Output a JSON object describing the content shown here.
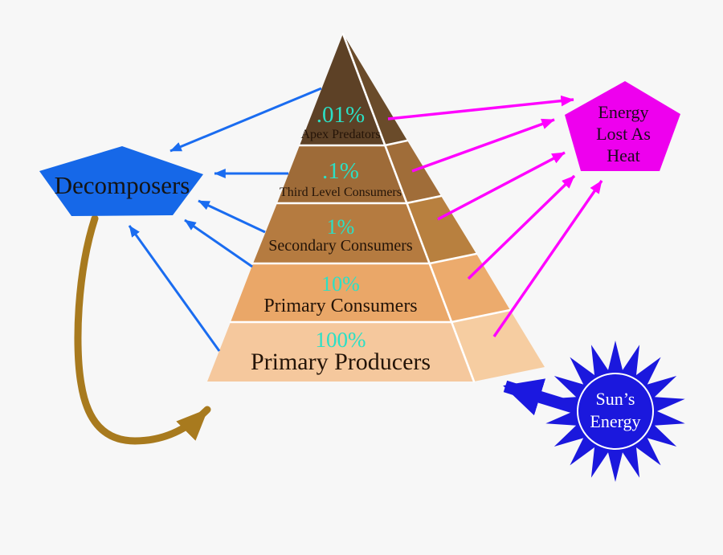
{
  "pyramid": {
    "levels": [
      {
        "percent": ".01%",
        "label": "Apex Predators",
        "front_color": "#5d4126",
        "side_color": "#6a4b2a"
      },
      {
        "percent": ".1%",
        "label": "Third Level Consumers",
        "front_color": "#9e6b38",
        "side_color": "#a06d39"
      },
      {
        "percent": "1%",
        "label": "Secondary Consumers",
        "front_color": "#b57b40",
        "side_color": "#b8803f"
      },
      {
        "percent": "10%",
        "label": "Primary Consumers",
        "front_color": "#eaa768",
        "side_color": "#ecab6d"
      },
      {
        "percent": "100%",
        "label": "Primary Producers",
        "front_color": "#f5c89d",
        "side_color": "#f6cda1"
      }
    ]
  },
  "nodes": {
    "decomposers": {
      "label": "Decomposers",
      "color": "#1668e8"
    },
    "heat": {
      "lines": [
        "Energy",
        "Lost As",
        "Heat"
      ],
      "color": "#ee00ee"
    },
    "sun": {
      "lines": [
        "Sun’s",
        "Energy"
      ],
      "color": "#1b18dd"
    }
  },
  "colors": {
    "background": "#f7f7f7",
    "percent_text": "#2be0c5",
    "level_label_text": "#241408",
    "blue_arrow": "#1a6cf0",
    "magenta_arrow": "#ff00ff",
    "brown_arrow": "#a87a1e",
    "thick_arrow": "#1b18e0",
    "divider_line": "#ffffff",
    "sun_text": "#ffffff"
  }
}
